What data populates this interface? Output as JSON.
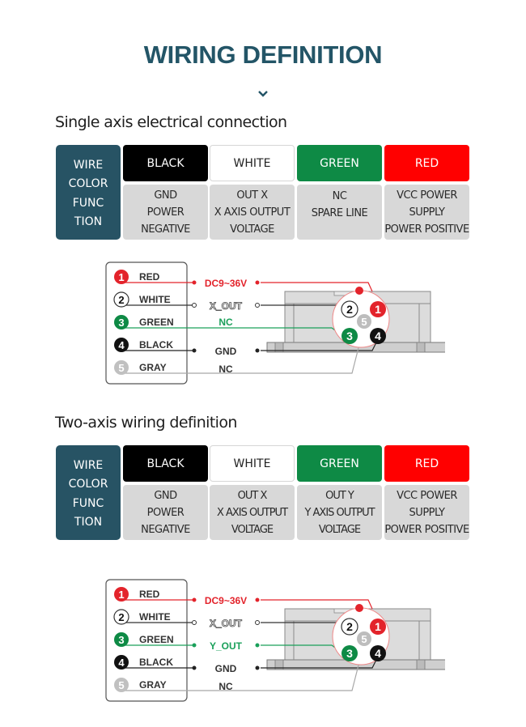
{
  "page": {
    "title": "WIRING DEFINITION",
    "scroll_hint_icon": "chevron-down-icon"
  },
  "colors": {
    "title": "#235567",
    "header_cell": "#275364",
    "black": "#000000",
    "white": "#ffffff",
    "green": "#0e8a45",
    "red": "#ff0000",
    "gray": "#b5b5b5",
    "function_cell": "#d8d8d8"
  },
  "single_axis": {
    "title": "Single axis electrical connection",
    "table": {
      "header_lines": [
        "WIRE",
        "COLOR",
        "FUNC",
        "TION"
      ],
      "columns": [
        {
          "color_label": "BLACK",
          "function_lines": [
            "GND",
            "POWER",
            "NEGATIVE"
          ]
        },
        {
          "color_label": "WHITE",
          "function_lines": [
            "OUT X",
            "X AXIS OUTPUT",
            "VOLTAGE"
          ]
        },
        {
          "color_label": "GREEN",
          "function_lines": [
            "NC",
            "SPARE LINE"
          ]
        },
        {
          "color_label": "RED",
          "function_lines": [
            "VCC POWER",
            "SUPPLY",
            "POWER POSITIVE"
          ]
        }
      ]
    },
    "diagram": {
      "pins": [
        {
          "num": "1",
          "name": "RED",
          "signal": "DC9~36V"
        },
        {
          "num": "2",
          "name": "WHITE",
          "signal": "X_OUT"
        },
        {
          "num": "3",
          "name": "GREEN",
          "signal": "NC"
        },
        {
          "num": "4",
          "name": "BLACK",
          "signal": "GND"
        },
        {
          "num": "5",
          "name": "GRAY",
          "signal": "NC"
        }
      ]
    }
  },
  "two_axis": {
    "title": "Two-axis wiring definition",
    "table": {
      "header_lines": [
        "WIRE",
        "COLOR",
        "FUNC",
        "TION"
      ],
      "columns": [
        {
          "color_label": "BLACK",
          "function_lines": [
            "GND",
            "POWER",
            "NEGATIVE"
          ]
        },
        {
          "color_label": "WHITE",
          "function_lines": [
            "OUT X",
            "X AXIS OUTPUT",
            "VOLTAGE"
          ]
        },
        {
          "color_label": "GREEN",
          "function_lines": [
            "OUT Y",
            "Y AXIS OUTPUT",
            "VOLTAGE"
          ]
        },
        {
          "color_label": "RED",
          "function_lines": [
            "VCC POWER",
            "SUPPLY",
            "POWER POSITIVE"
          ]
        }
      ]
    },
    "diagram": {
      "pins": [
        {
          "num": "1",
          "name": "RED",
          "signal": "DC9~36V"
        },
        {
          "num": "2",
          "name": "WHITE",
          "signal": "X_OUT"
        },
        {
          "num": "3",
          "name": "GREEN",
          "signal": "Y_OUT"
        },
        {
          "num": "4",
          "name": "BLACK",
          "signal": "GND"
        },
        {
          "num": "5",
          "name": "GRAY",
          "signal": "NC"
        }
      ]
    }
  }
}
